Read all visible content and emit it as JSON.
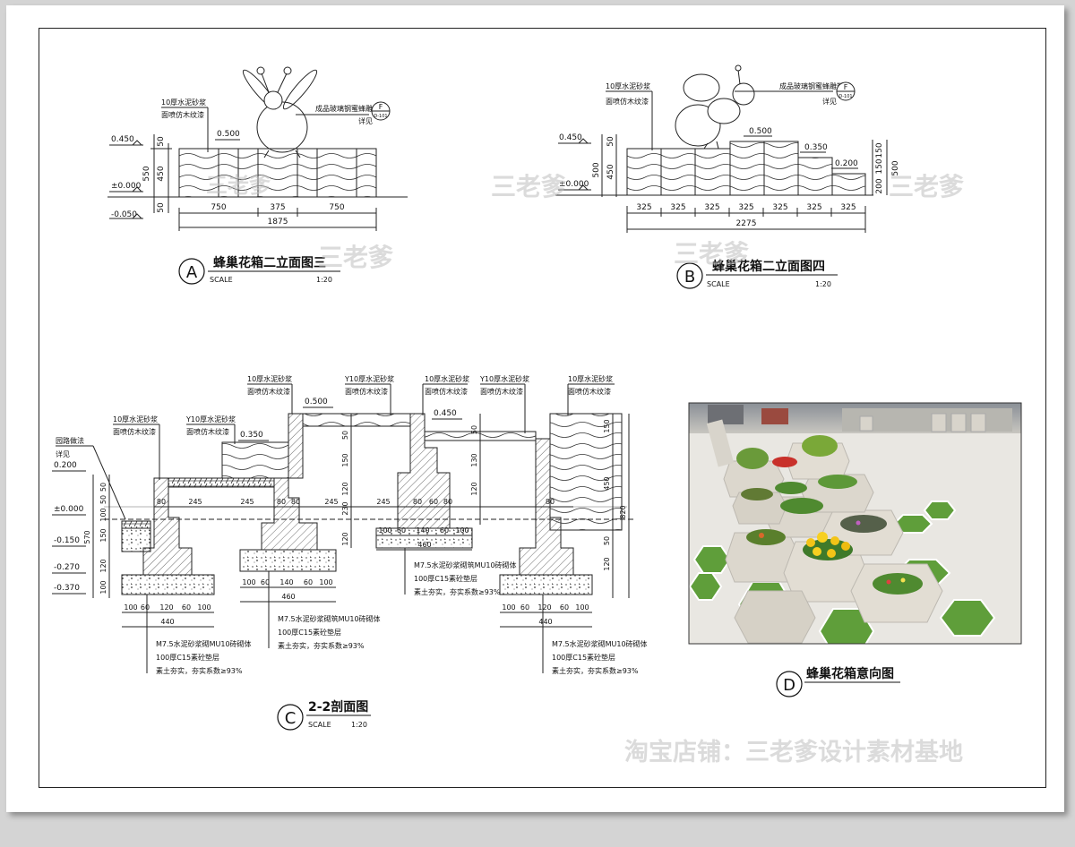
{
  "sheet": {
    "watermark": "三老爹",
    "shop_watermark": "淘宝店铺：三老爹设计素材基地"
  },
  "view_a": {
    "letter": "A",
    "title": "蜂巢花箱二立面图三",
    "scale_word": "SCALE",
    "scale": "1:20",
    "note1": "10厚水泥砂浆",
    "note2": "面喷仿木纹漆",
    "ref_note": "成品玻璃钢蜜蜂雕塑",
    "ref_see": "详见",
    "ref_top": "F",
    "ref_bottom": "D-101",
    "levels": [
      "0.450",
      "±0.000",
      "-0.050",
      "0.500"
    ],
    "dims_vertical": [
      "50",
      "450",
      "550",
      "50"
    ],
    "dims_h": [
      "750",
      "375",
      "750"
    ],
    "dim_total": "1875"
  },
  "view_b": {
    "letter": "B",
    "title": "蜂巢花箱二立面图四",
    "scale_word": "SCALE",
    "scale": "1:20",
    "note1": "10厚水泥砂浆",
    "note2": "面喷仿木纹漆",
    "ref_note": "成品玻璃钢蜜蜂雕塑",
    "ref_see": "详见",
    "ref_top": "F",
    "ref_bottom": "D-101",
    "levels": [
      "0.450",
      "±0.000",
      "0.500",
      "0.350",
      "0.200"
    ],
    "dims_vertical_left": [
      "50",
      "450",
      "500"
    ],
    "dims_vertical_right": [
      "150",
      "150",
      "200",
      "500"
    ],
    "dims_h": [
      "325",
      "325",
      "325",
      "325",
      "325",
      "325",
      "325"
    ],
    "dim_total": "2275"
  },
  "view_c": {
    "letter": "C",
    "title": "2-2剖面图",
    "scale_word": "SCALE",
    "scale": "1:20",
    "notes": [
      {
        "l1": "10厚水泥砂浆",
        "l2": "面喷仿木纹漆"
      },
      {
        "l1": "Y10厚水泥砂浆",
        "l2": "面喷仿木纹漆"
      },
      {
        "l1": "10厚水泥砂浆",
        "l2": "面喷仿木纹漆"
      },
      {
        "l1": "Y10厚水泥砂浆",
        "l2": "面喷仿木纹漆"
      },
      {
        "l1": "10厚水泥砂浆",
        "l2": "面喷仿木纹漆"
      },
      {
        "l1": "Y10厚水泥砂浆",
        "l2": "面喷仿木纹漆"
      },
      {
        "l1": "10厚水泥砂浆",
        "l2": "面喷仿木纹漆"
      }
    ],
    "paving_note": "园路做法",
    "paving_see": "详见",
    "levels": [
      "0.200",
      "±0.000",
      "-0.150",
      "-0.270",
      "-0.370",
      "0.500",
      "0.350",
      "0.450"
    ],
    "dims_left": [
      "50",
      "50",
      "100",
      "150",
      "570",
      "120",
      "100"
    ],
    "dims_mid": [
      "50",
      "150",
      "120",
      "230",
      "120"
    ],
    "dims_b1": [
      "50",
      "130",
      "120"
    ],
    "dims_right": [
      "150",
      "450",
      "820",
      "50",
      "120"
    ],
    "wall_dims": [
      "80",
      "245",
      "245",
      "80",
      "80",
      "245",
      "245",
      "80",
      "60",
      "80",
      "80"
    ],
    "foot_a": [
      "100",
      "60",
      "120",
      "60",
      "100"
    ],
    "foot_a_total": "440",
    "foot_b": [
      "100",
      "60",
      "140",
      "60",
      "100"
    ],
    "foot_b_total": "460",
    "foot_c": [
      "100",
      "60",
      "140",
      "60",
      "100"
    ],
    "foot_c_total": "460",
    "foot_d": [
      "100",
      "60",
      "120",
      "60",
      "100"
    ],
    "foot_d_total": "440",
    "spec1": "M7.5水泥砂浆砌MU10砖砌体",
    "spec2": "100厚C15素砼垫层",
    "spec3": "素土夯实，夯实系数≥93%",
    "spec1b": "M7.5水泥砂浆砌筑MU10砖砌体",
    "spec3b": "素土夯实，夯实系数≥93%"
  },
  "view_d": {
    "letter": "D",
    "title": "蜂巢花箱意向图"
  }
}
